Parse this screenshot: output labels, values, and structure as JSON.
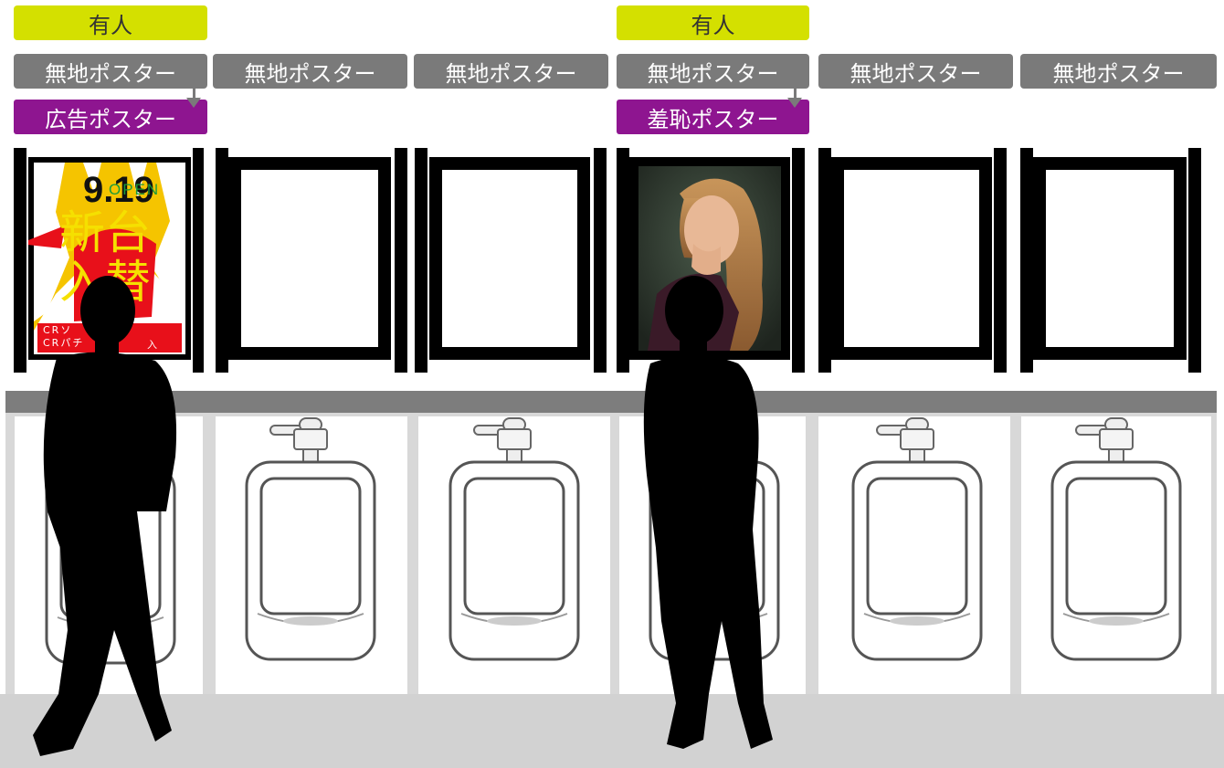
{
  "labels": {
    "occupied": "有人",
    "plain_poster": "無地ポスター",
    "ad_poster": "広告ポスター",
    "shame_poster": "羞恥ポスター"
  },
  "ad_poster_art": {
    "date": "9.19",
    "open": "OPEN",
    "headline_line1": "新台",
    "headline_line2": "入替",
    "footer_line1": "CRソ",
    "footer_line2": "CRパチ",
    "footer_suffix": "入"
  },
  "colors": {
    "occupied": "#d4e000",
    "plain": "#7a7a7a",
    "ad_label": "#8e1590",
    "poster_yellow": "#f5c400",
    "poster_red": "#e8101a"
  }
}
